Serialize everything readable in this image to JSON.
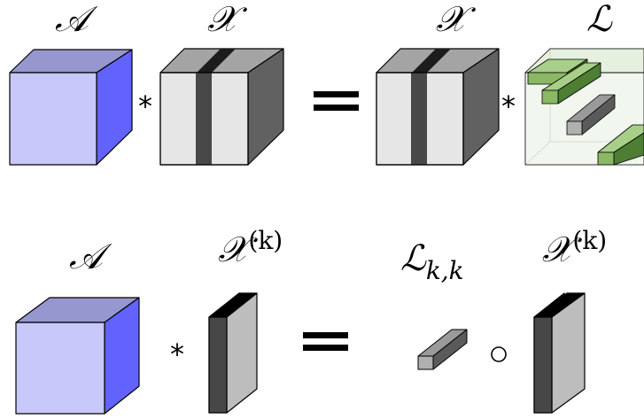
{
  "labels": {
    "top_A": "𝒜",
    "top_X_left": "𝒳",
    "top_X_right": "𝒳",
    "top_L": "ℒ",
    "bot_A": "𝒜",
    "bot_X_left_base": "𝒳",
    "bot_X_left_sup": "(k)",
    "bot_L_base": "ℒ",
    "bot_L_sub": "k,k",
    "bot_X_right_base": "𝒳",
    "bot_X_right_sup": "(k)"
  },
  "operators": {
    "star": "*",
    "equals": "=",
    "circle": "∘"
  },
  "colors": {
    "tensor_a_front": "#c8c8fb",
    "tensor_a_top": "#9797cf",
    "tensor_a_side": "#6262fd",
    "tensor_x_front": "#e6e6e6",
    "tensor_x_top": "#a4a4a4",
    "tensor_x_side": "#616161",
    "tensor_x_stripe": "#484848",
    "tensor_l_green": "#8ab864",
    "tensor_l_green_dark": "#4e7e34",
    "tensor_l_face": "#eef5ea",
    "slice_front": "#bdbdbd",
    "slice_side": "#474747",
    "slice_top": "#000000"
  }
}
